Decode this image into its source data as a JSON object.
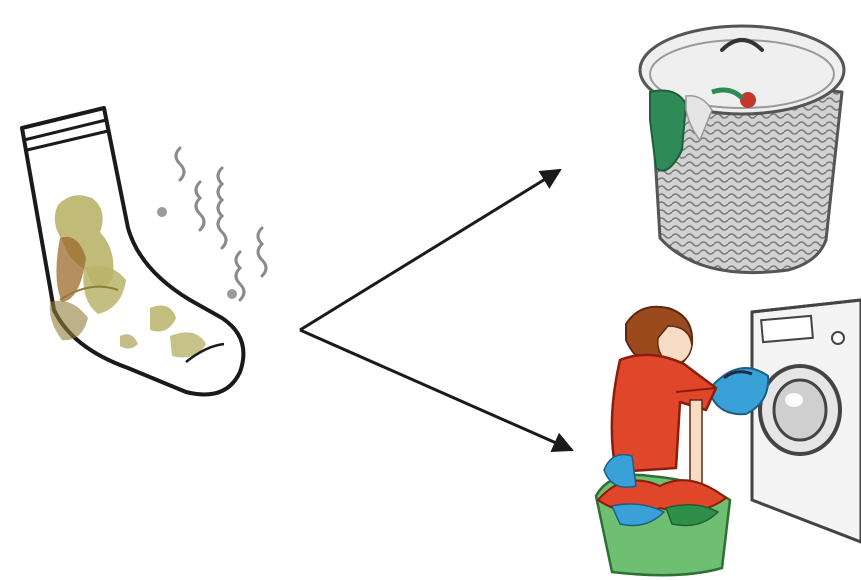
{
  "diagram": {
    "nodes": [
      {
        "id": "dirty-sock",
        "icon": "dirty-sock-icon"
      },
      {
        "id": "laundry-hamper",
        "icon": "laundry-hamper-icon"
      },
      {
        "id": "person-washing-machine",
        "icon": "person-loading-washing-machine-icon"
      }
    ],
    "edges": [
      {
        "from": "dirty-sock",
        "to": "laundry-hamper"
      },
      {
        "from": "dirty-sock",
        "to": "person-washing-machine"
      }
    ]
  },
  "colors": {
    "outline": "#1a1a1a",
    "stain_light": "#b9b46a",
    "stain_dark": "#8f7d3a",
    "stain_brown": "#9c6a2a",
    "smell_lines": "#8a8a8a",
    "hamper_weave": "#8c8c8c",
    "hamper_fill": "#cfcfcf",
    "towel_green": "#2e8b57",
    "shirt_red": "#e0462a",
    "hair_brown": "#9b4a1e",
    "machine_body": "#f2f2f2",
    "basket_green": "#6fbf73"
  }
}
